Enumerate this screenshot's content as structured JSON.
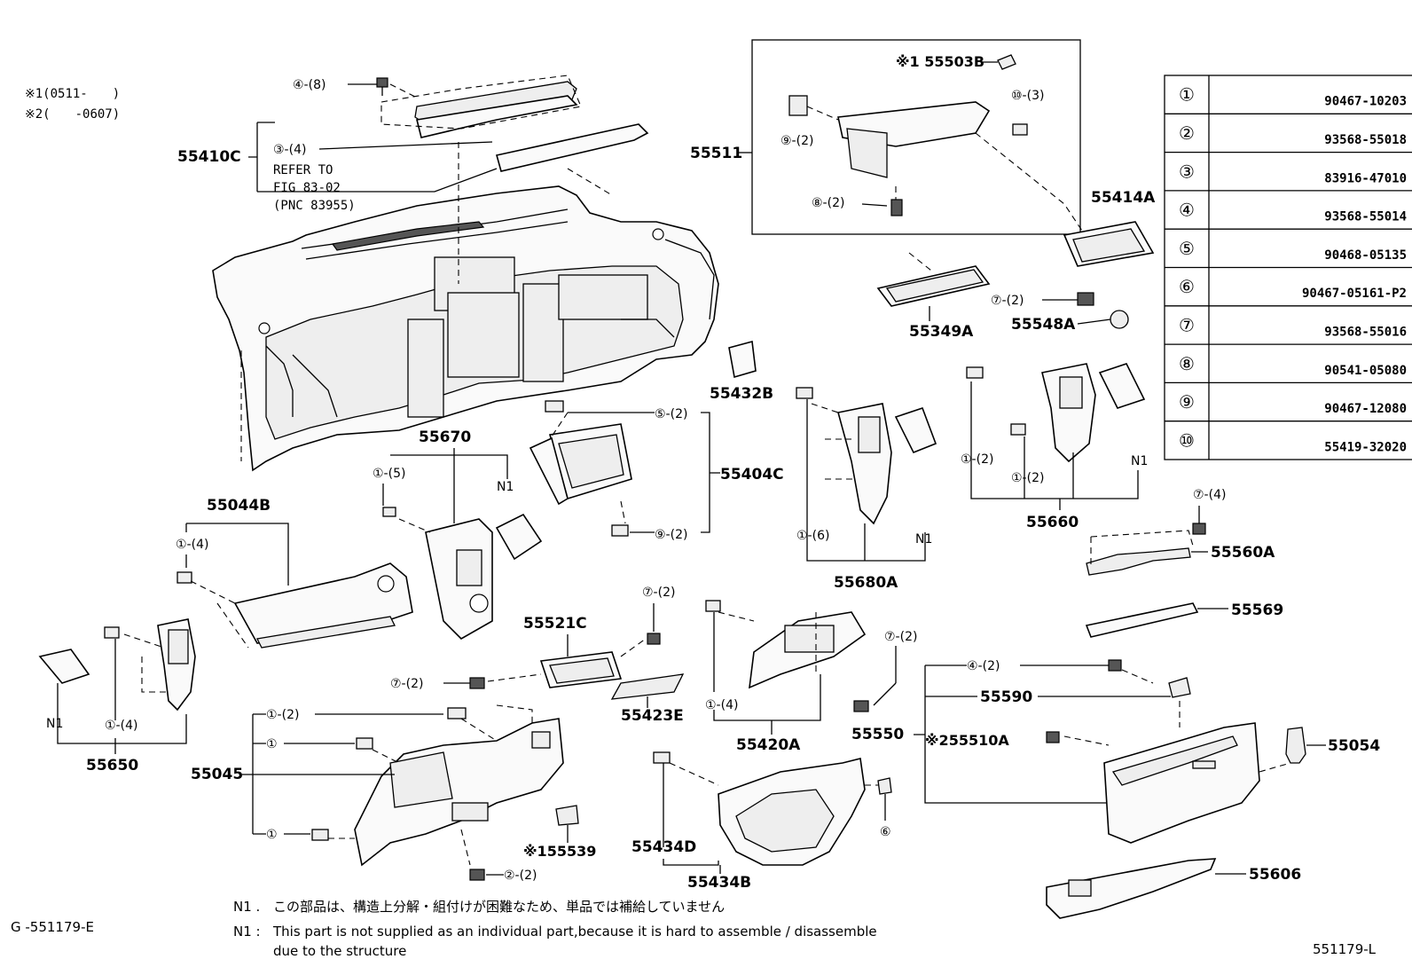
{
  "legend_notes": {
    "note1": "※1(0511-　　)",
    "note2": "※2(　　-0607)"
  },
  "callouts": {
    "c4_8": "④-(8)",
    "c3_4": "③-(4)",
    "refer1": "REFER TO",
    "refer2": "FIG 83-02",
    "refer3": "(PNC 83955)",
    "c9_2a": "⑨-(2)",
    "c8_2": "⑧-(2)",
    "c10_3": "⑩-(3)",
    "c7_2a": "⑦-(2)",
    "c5_2": "⑤-(2)",
    "c9_2b": "⑨-(2)",
    "c1_5": "①-(5)",
    "n1a": "N1",
    "c1_4a": "①-(4)",
    "c1_6": "①-(6)",
    "n1b": "N1",
    "c1_2a": "①-(2)",
    "c1_2b": "①-(2)",
    "n1c": "N1",
    "c7_4": "⑦-(4)",
    "c7_2b": "⑦-(2)",
    "c7_2c": "⑦-(2)",
    "c7_2d": "⑦-(2)",
    "c1_4b": "①-(4)",
    "c1_4c": "①-(4)",
    "n1d": "N1",
    "c1_2c": "①-(2)",
    "c1_a": "①",
    "c1_b": "①",
    "c2_2": "②-(2)",
    "c4_2": "④-(2)",
    "c6": "⑥",
    "n1_jp_prefix": "N1 .",
    "n1_en_prefix": "N1 :"
  },
  "parts": {
    "p55410C": "55410C",
    "p55503B": "※1 55503B",
    "p55511": "55511",
    "p55414A": "55414A",
    "p55349A": "55349A",
    "p55548A": "55548A",
    "p55432B": "55432B",
    "p55670": "55670",
    "p55404C": "55404C",
    "p55044B": "55044B",
    "p55680A": "55680A",
    "p55660": "55660",
    "p55560A": "55560A",
    "p55521C": "55521C",
    "p55569": "55569",
    "p55650": "55650",
    "p55423E": "55423E",
    "p55420A": "55420A",
    "p55550": "55550",
    "p55590": "55590",
    "p55510A": "※255510A",
    "p55054": "55054",
    "p55045": "55045",
    "p55539": "※155539",
    "p55434D": "55434D",
    "p55434B": "55434B",
    "p55606": "55606"
  },
  "fastener_table": {
    "rows": [
      {
        "key": "①",
        "code": "90467-10203"
      },
      {
        "key": "②",
        "code": "93568-55018"
      },
      {
        "key": "③",
        "code": "83916-47010"
      },
      {
        "key": "④",
        "code": "93568-55014"
      },
      {
        "key": "⑤",
        "code": "90468-05135"
      },
      {
        "key": "⑥",
        "code": "90467-05161-P2"
      },
      {
        "key": "⑦",
        "code": "93568-55016"
      },
      {
        "key": "⑧",
        "code": "90541-05080"
      },
      {
        "key": "⑨",
        "code": "90467-12080"
      },
      {
        "key": "⑩",
        "code": "55419-32020"
      }
    ]
  },
  "footer": {
    "n1_jp": "この部品は、構造上分解・組付けが困難なため、単品では補給していません",
    "n1_en_line1": "This part is not supplied as an individual part,because it is hard to assemble / disassemble",
    "n1_en_line2": "due to the structure",
    "fig_id_left": "G -551179-E",
    "fig_id_right": "551179-L"
  }
}
